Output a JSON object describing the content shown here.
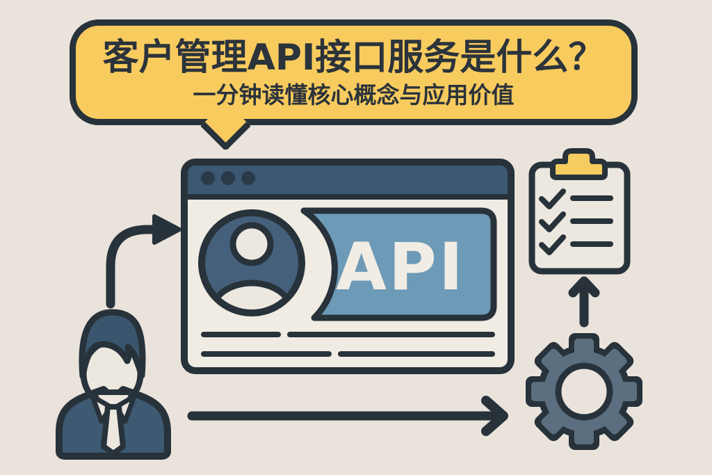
{
  "bubble": {
    "title": "客户管理API接口服务是什么？",
    "subtitle": "一分钟读懂核心概念与应用价值"
  },
  "browser_window": {
    "api_label": "API",
    "control_dots": 3,
    "placeholder_text_lines": 4
  },
  "clipboard": {
    "checked_items": 3
  },
  "icons": {
    "speech_bubble": "speech-bubble",
    "browser": "browser-window-icon",
    "avatar": "user-avatar-icon",
    "api_badge": "api-badge",
    "clipboard": "clipboard-checklist-icon",
    "gear": "gear-icon",
    "person": "businessman-icon",
    "curved_arrow": "curved-arrow-icon",
    "right_arrow": "right-arrow-icon",
    "up_arrow": "up-arrow-icon"
  },
  "colors": {
    "outline": "#27323a",
    "background": "#e9e3db",
    "bubble_yellow": "#f8cb5e",
    "titlebar_blue": "#3c5872",
    "dots_blue": "#2a3a48",
    "window_cream": "#f0ebe3",
    "panel_blue": "#6d9ab7",
    "avatar_blue": "#44607b",
    "api_text": "#f2ede4",
    "gear_slate": "#5b6f80",
    "suit_blue": "#3e5a72",
    "hair_blue": "#3a566e",
    "clip_yellow": "#f5cc5f",
    "skin_cream": "#ece7df",
    "text_dark": "#2b333b"
  }
}
